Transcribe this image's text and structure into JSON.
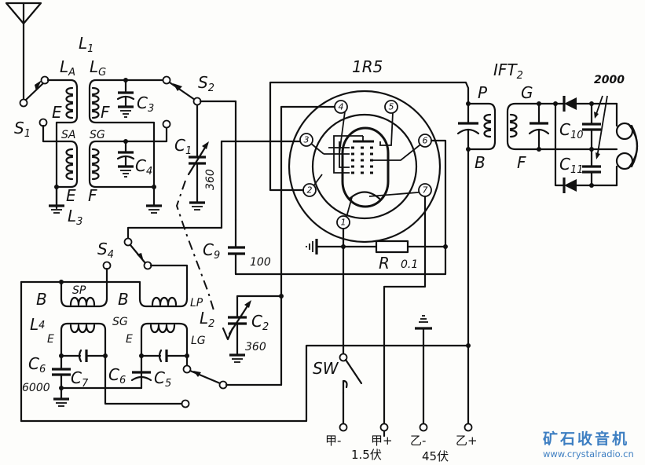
{
  "diagram": {
    "type": "circuit-schematic",
    "tube": {
      "label": "1R5",
      "pins": [
        "1",
        "2",
        "3",
        "4",
        "5",
        "6",
        "7"
      ]
    },
    "labels": {
      "L1": "L",
      "L1_sub": "1",
      "LA": "L",
      "LA_sub": "A",
      "LG": "L",
      "LG_sub": "G",
      "E_top": "E",
      "F_top": "F",
      "S1": "S",
      "S1_sub": "1",
      "SA": "SA",
      "SG_top": "SG",
      "E_bot": "E",
      "F_bot": "F",
      "L3": "L",
      "L3_sub": "3",
      "C3": "C",
      "C3_sub": "3",
      "C4": "C",
      "C4_sub": "4",
      "S2": "S",
      "S2_sub": "2",
      "C1": "C",
      "C1_sub": "1",
      "C1_val": "360",
      "S4": "S",
      "S4_sub": "4",
      "C9": "C",
      "C9_sub": "9",
      "C9_val": "100",
      "R": "R",
      "R_val": "0.1",
      "IFT2": "IFT",
      "IFT2_sub": "2",
      "P": "P",
      "B_ift": "B",
      "G_ift": "G",
      "F_ift": "F",
      "C10": "C",
      "C10_sub": "10",
      "C11": "C",
      "C11_sub": "11",
      "C10_11_val": "2000",
      "B_left": "B",
      "SP": "SP",
      "B_mid": "B",
      "LP": "LP",
      "L4": "L",
      "L4_sub": "4",
      "E_l4": "E",
      "SG_l2": "SG",
      "E_l2": "E",
      "L2": "L",
      "L2_sub": "2",
      "LG_l2": "LG",
      "C2": "C",
      "C2_sub": "2",
      "C2_val": "360",
      "C6_left": "C",
      "C6_left_sub": "6",
      "C6_val": "6000",
      "C7": "C",
      "C7_sub": "7",
      "C6_mid": "C",
      "C6_mid_sub": "6",
      "C5": "C",
      "C5_sub": "5",
      "SW": "SW"
    },
    "battery_terminals": [
      {
        "label": "甲-"
      },
      {
        "label": "甲+"
      },
      {
        "label": "乙-"
      },
      {
        "label": "乙+"
      }
    ],
    "battery_voltages": {
      "a": "1.5伏",
      "b": "45伏"
    }
  },
  "watermark": {
    "title": "矿石收音机",
    "url": "www.crystalradio.cn",
    "color": "#3e7fc2"
  }
}
